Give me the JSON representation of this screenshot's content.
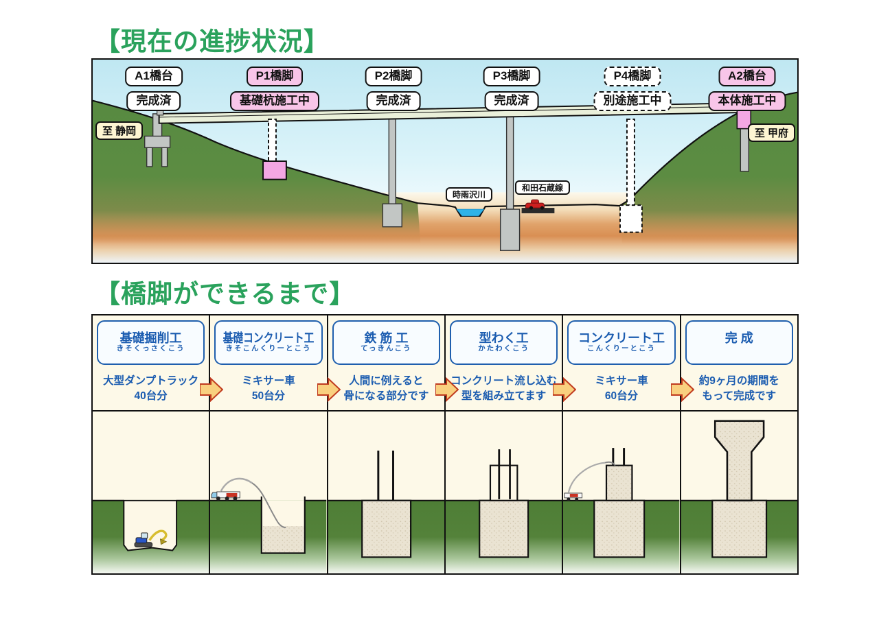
{
  "section1": {
    "title": "【現在の進捗状況】",
    "direction_left": "至 静岡",
    "direction_right": "至 甲府",
    "river_label": "時雨沢川",
    "road_label": "和田石蔵線",
    "piers": [
      {
        "name": "A1橋台",
        "status": "完成済"
      },
      {
        "name": "P1橋脚",
        "status": "基礎杭施工中"
      },
      {
        "name": "P2橋脚",
        "status": "完成済"
      },
      {
        "name": "P3橋脚",
        "status": "完成済"
      },
      {
        "name": "P4橋脚",
        "status": "別途施工中"
      },
      {
        "name": "A2橋台",
        "status": "本体施工中"
      }
    ]
  },
  "section2": {
    "title": "【橋脚ができるまで】",
    "stages": [
      {
        "title": "基礎掘削工",
        "furigana": "きそくっさくこう",
        "desc_line1": "大型ダンプトラック",
        "desc_line2": "40台分"
      },
      {
        "title": "基礎コンクリート工",
        "furigana": "きそこんくりーとこう",
        "desc_line1": "ミキサー車",
        "desc_line2": "50台分"
      },
      {
        "title": "鉄 筋 工",
        "furigana": "てっきんこう",
        "desc_line1": "人間に例えると",
        "desc_line2": "骨になる部分です"
      },
      {
        "title": "型わく工",
        "furigana": "かたわくこう",
        "desc_line1": "コンクリート流し込む",
        "desc_line2": "型を組み立てます"
      },
      {
        "title": "コンクリート工",
        "furigana": "こんくりーとこう",
        "desc_line1": "ミキサー車",
        "desc_line2": "60台分"
      },
      {
        "title": "完 成",
        "furigana": "",
        "desc_line1": "約9ヶ月の期間を",
        "desc_line2": "もって完成です"
      }
    ]
  },
  "colors": {
    "title_green": "#2aa25c",
    "text_blue": "#1b5cb0",
    "status_pink": "#f8c5e8",
    "footing_pink": "#f3a7e3",
    "arrow_yellow": "#f9d07f",
    "arrow_outline": "#c03a1e",
    "hill_green": "#578a41",
    "earth_orange": "#d98f53",
    "sky_blue": "#c0e8f3",
    "panel_cream": "#fdf9e8",
    "water_blue": "#2fb3e8"
  }
}
